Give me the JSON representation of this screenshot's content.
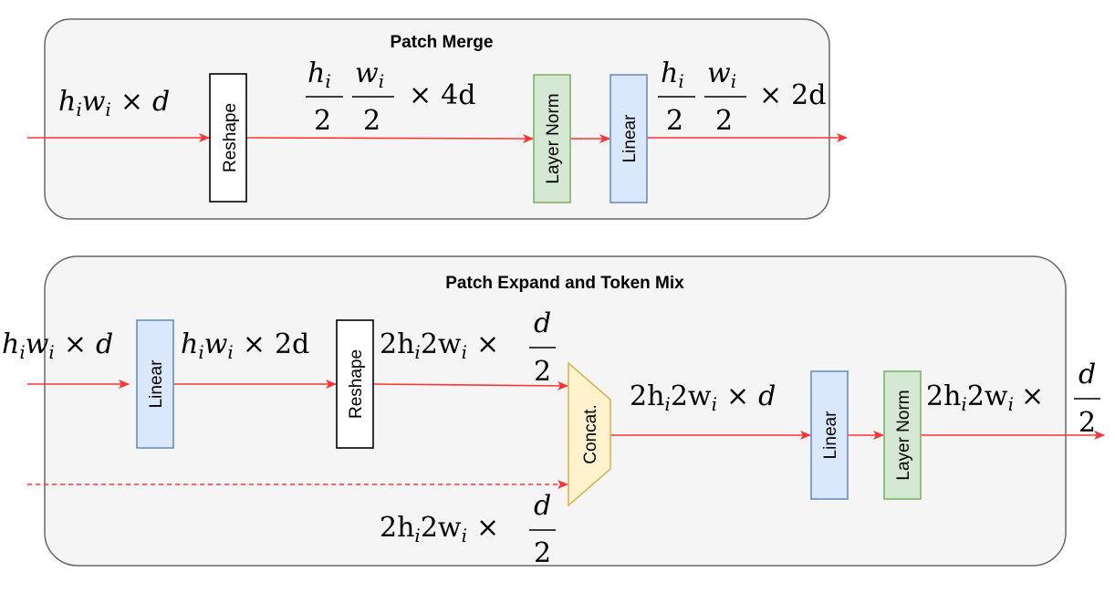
{
  "patch_merge": {
    "title": "Patch Merge",
    "blocks": {
      "reshape": "Reshape",
      "layer_norm": "Layer Norm",
      "linear": "Linear"
    },
    "colors": {
      "panel_fill": "#f5f5f5",
      "panel_stroke": "#666666",
      "arrow": "#ff3333",
      "layer_norm_fill": "#d5e8d4",
      "layer_norm_stroke": "#82b366",
      "linear_fill": "#dae8fc",
      "linear_stroke": "#6c8ebf",
      "reshape_fill": "#ffffff",
      "reshape_stroke": "#000000"
    }
  },
  "patch_expand": {
    "title": "Patch Expand and Token Mix",
    "blocks": {
      "linear_1": "Linear",
      "reshape": "Reshape",
      "concat": "Concat.",
      "linear_2": "Linear",
      "layer_norm": "Layer Norm"
    },
    "colors": {
      "concat_fill": "#fff2cc",
      "concat_stroke": "#d6b656"
    }
  },
  "math": {
    "h": "h",
    "w": "w",
    "i": "i",
    "d": "d",
    "two": "2",
    "times": "×",
    "four_d": "4d",
    "two_d": "2d",
    "two_h": "2h",
    "two_w": "2w"
  }
}
